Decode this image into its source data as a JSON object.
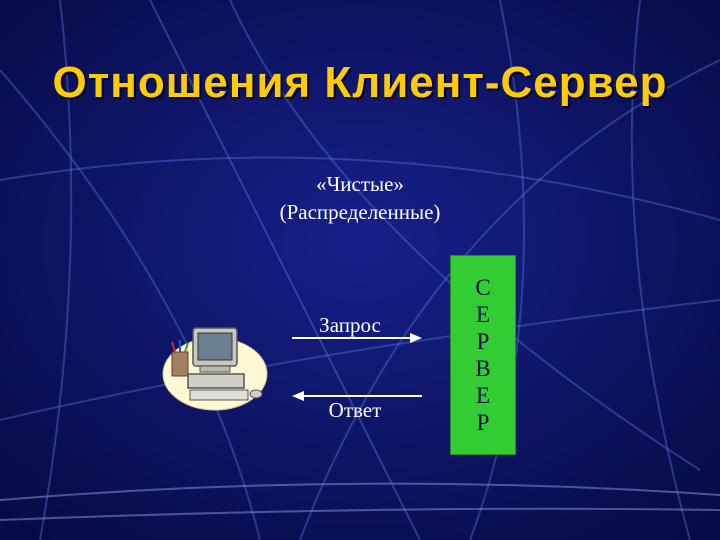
{
  "slide": {
    "title": "Отношения Клиент-Сервер",
    "subtitle_line1": "«Чистые»",
    "subtitle_line2": "(Распределенные)"
  },
  "diagram": {
    "request_label": "Запрос",
    "response_label": "Ответ",
    "server_letters": [
      "С",
      "Е",
      "Р",
      "В",
      "Е",
      "Р"
    ]
  },
  "colors": {
    "background": "#0a0f5a",
    "title": "#ffcc00",
    "server_box": "#33cc33",
    "text": "#ffffff"
  },
  "icons": {
    "client": "computer-icon"
  }
}
